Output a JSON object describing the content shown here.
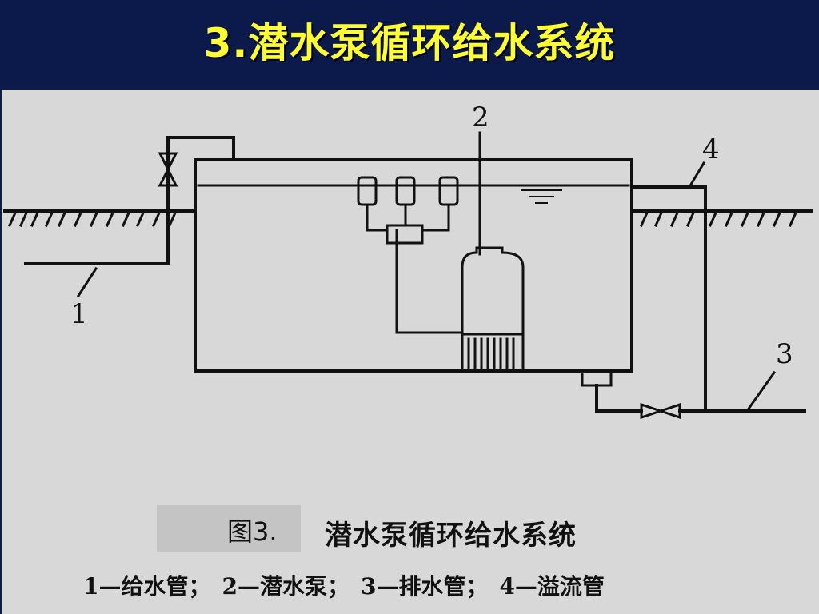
{
  "slide": {
    "title": "3.潜水泵循环给水系统"
  },
  "figure": {
    "labels": [
      "1",
      "2",
      "3",
      "4"
    ],
    "caption_prefix": "图3.",
    "caption_title": "潜水泵循环给水系统",
    "legend": [
      "1—给水管；",
      "2—潜水泵；",
      "3—排水管；",
      "4—溢流管"
    ]
  },
  "colors": {
    "title_bar": "#0b1a4b",
    "title_text": "#ffff33",
    "panel": "#d8d8d8",
    "line": "#111111"
  }
}
